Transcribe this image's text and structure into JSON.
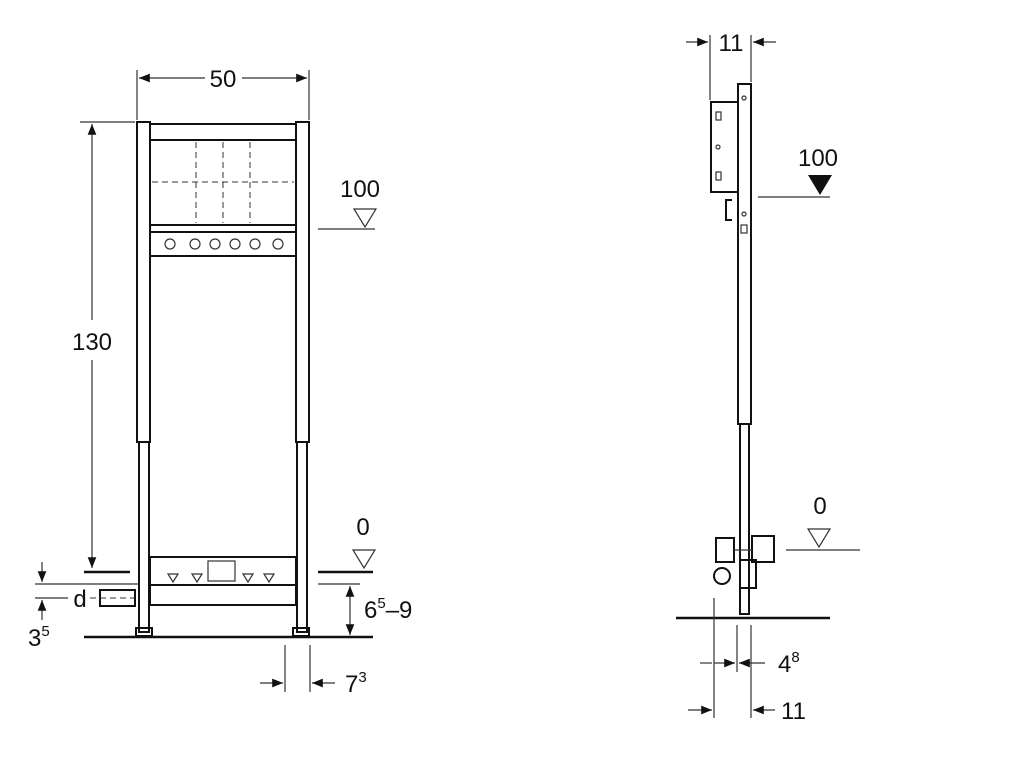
{
  "front_view": {
    "width_label": "50",
    "height_label": "130",
    "level_upper_label": "100",
    "level_zero_label": "0",
    "pipe_label": "d",
    "pipe_height": {
      "base": "3",
      "sup": "5"
    },
    "bracket_range": {
      "base": "6",
      "sup": "5",
      "rest": "–9"
    },
    "foot_offset": {
      "base": "7",
      "sup": "3"
    }
  },
  "side_view": {
    "depth_top_label": "11",
    "level_upper_label": "100",
    "level_zero_label": "0",
    "post_offset": {
      "base": "4",
      "sup": "8"
    },
    "depth_bottom_label": "11"
  }
}
